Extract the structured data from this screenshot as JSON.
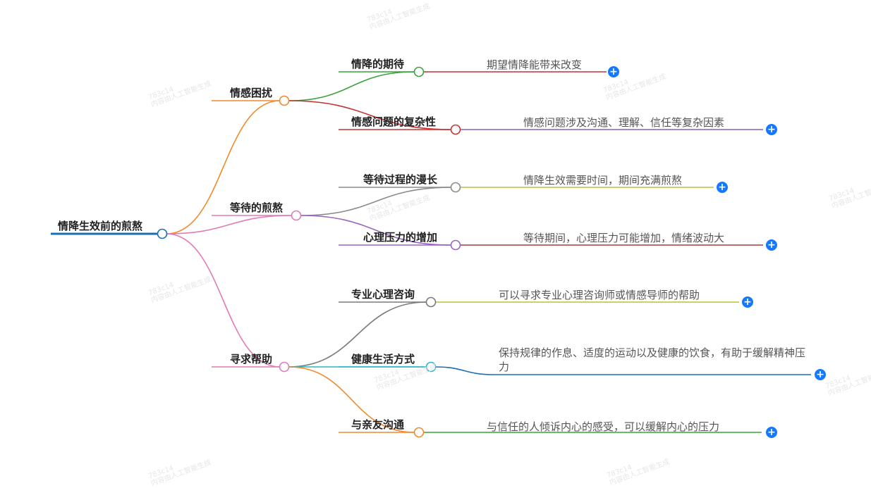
{
  "root": {
    "label": "情降生效前的煎熬",
    "color": "#1a6fb3"
  },
  "branches": [
    {
      "label": "情感困扰",
      "color": "#f0892a",
      "children": [
        {
          "label": "情降的期待",
          "color": "#3aa33a",
          "leaf": "期望情降能带来改变",
          "leaf_color": "#c0303a"
        },
        {
          "label": "情感问题的复杂性",
          "color": "#c83232",
          "leaf": "情感问题涉及沟通、理解、信任等复杂因素",
          "leaf_color": "#8a5bbf"
        }
      ]
    },
    {
      "label": "等待的煎熬",
      "color": "#e07ab8",
      "children": [
        {
          "label": "等待过程的漫长",
          "color": "#8a8a8a",
          "leaf": "情降生效需要时间，期间充满煎熬",
          "leaf_color": "#b8c23a"
        },
        {
          "label": "心理压力的增加",
          "color": "#9a64c2",
          "leaf": "等待期间，心理压力可能增加，情绪波动大",
          "leaf_color": "#a83a3a"
        }
      ]
    },
    {
      "label": "寻求帮助",
      "color": "#e07ab8",
      "children": [
        {
          "label": "专业心理咨询",
          "color": "#7a7a7a",
          "leaf": "可以寻求专业心理咨询师或情感导师的帮助",
          "leaf_color": "#b8c23a"
        },
        {
          "label": "健康生活方式",
          "color": "#2ab8c0",
          "leaf": "保持规律的作息、适度的运动以及健康的饮食，有助于缓解精神压力",
          "leaf_color": "#1a6fb3"
        },
        {
          "label": "与亲友沟通",
          "color": "#f0892a",
          "leaf": "与信任的人倾诉内心的感受，可以缓解内心的压力",
          "leaf_color": "#3aa33a"
        }
      ]
    }
  ],
  "expand_icon": "plus-circle-icon",
  "watermark": {
    "line1": "783c14",
    "line2": "内容由人工智能生成"
  }
}
